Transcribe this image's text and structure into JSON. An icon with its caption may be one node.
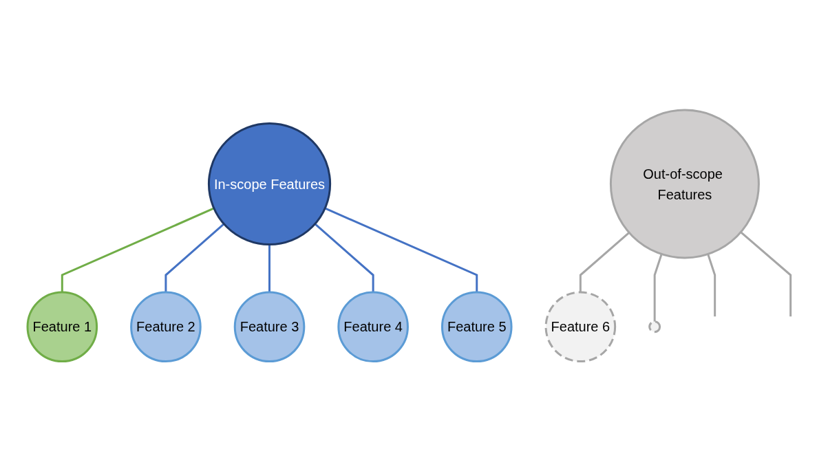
{
  "diagram": {
    "nodes": [
      {
        "text": [
          "In-scope Features"
        ]
      },
      {
        "text": [
          "Feature 1"
        ]
      },
      {
        "text": [
          "Feature 2"
        ]
      },
      {
        "text": [
          "Feature 3"
        ]
      },
      {
        "text": [
          "Feature 4"
        ]
      },
      {
        "text": [
          "Feature 5"
        ]
      },
      {
        "text": [
          "Out-of-scope Features"
        ]
      },
      {
        "text": [
          "Feature 6"
        ]
      },
      {
        "text": [],
        "shape": "circle"
      }
    ],
    "edges": [
      {
        "from": 0,
        "to": 1,
        "arrow": "none",
        "color": "#70ad47"
      },
      {
        "from": 0,
        "to": 2,
        "arrow": "none",
        "color": "#4472c4"
      },
      {
        "from": 0,
        "to": 3,
        "arrow": "none",
        "color": "#4472c4"
      },
      {
        "from": 0,
        "to": 4,
        "arrow": "none",
        "color": "#4472c4"
      },
      {
        "from": 0,
        "to": 5,
        "arrow": "none",
        "color": "#4472c4"
      },
      {
        "from": 6,
        "to": 7,
        "arrow": "none",
        "color": "#a6a6a6"
      },
      {
        "from": 6,
        "to": 8,
        "arrow": "none",
        "color": "#a6a6a6"
      },
      {
        "from": 6,
        "to": null,
        "arrow": "none",
        "color": "#a6a6a6"
      },
      {
        "from": 6,
        "to": null,
        "arrow": "none",
        "color": "#a6a6a6"
      }
    ]
  }
}
